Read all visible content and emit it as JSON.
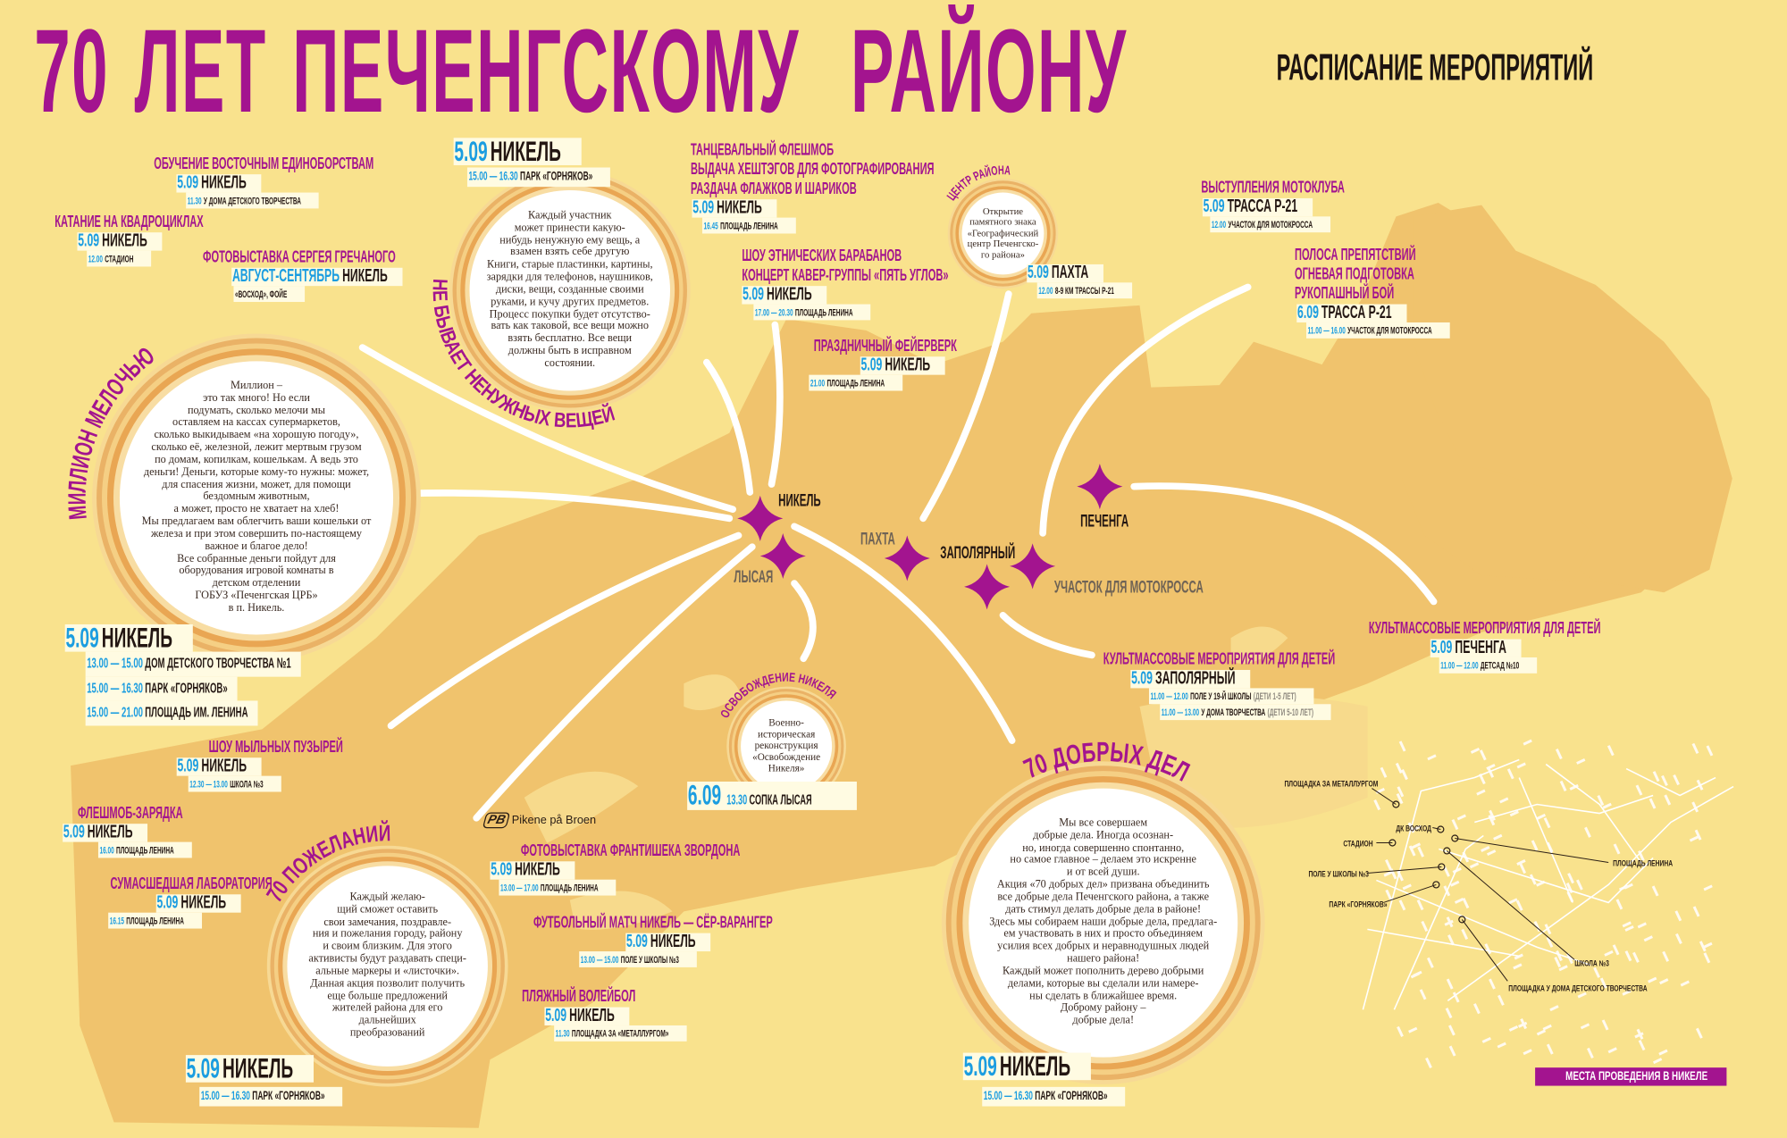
{
  "header": {
    "title": "70 ЛЕТ ПЕЧЕНГСКОМУ  РАЙОНУ",
    "subtitle": "РАСПИСАНИЕ МЕРОПРИЯТИЙ"
  },
  "colors": {
    "background": "#f9e28d",
    "land": "#f0c36d",
    "accent_magenta": "#a3148f",
    "date_blue": "#1b9de0",
    "label_box": "#fffbe2"
  },
  "events": [
    {
      "title": [
        "ОБУЧЕНИЕ ВОСТОЧНЫМ ЕДИНОБОРСТВАМ"
      ],
      "date": "5.09",
      "place": "НИКЕЛЬ",
      "details": [
        {
          "time": "11.30",
          "venue": "У ДОМА ДЕТСКОГО ТВОРЧЕСТВА"
        }
      ]
    },
    {
      "title": [
        "КАТАНИЕ НА КВАДРОЦИКЛАХ"
      ],
      "date": "5.09",
      "place": "НИКЕЛЬ",
      "details": [
        {
          "time": "12.00",
          "venue": "СТАДИОН"
        }
      ]
    },
    {
      "title": [
        "ФОТОВЫСТАВКА СЕРГЕЯ ГРЕЧАНОГО"
      ],
      "date": "АВГУСТ-СЕНТЯБРЬ",
      "place": "НИКЕЛЬ",
      "details": [
        {
          "time": "",
          "venue": "«ВОСХОД», ФОЙЕ"
        }
      ]
    },
    {
      "title": [
        "ТАНЦЕВАЛЬНЫЙ ФЛЕШМОБ",
        "ВЫДАЧА ХЕШТЭГОВ ДЛЯ ФОТОГРАФИРОВАНИЯ",
        "РАЗДАЧА ФЛАЖКОВ И ШАРИКОВ"
      ],
      "date": "5.09",
      "place": "НИКЕЛЬ",
      "details": [
        {
          "time": "16.45",
          "venue": "ПЛОЩАДЬ ЛЕНИНА"
        }
      ]
    },
    {
      "title": [
        "ШОУ ЭТНИЧЕСКИХ БАРАБАНОВ",
        "КОНЦЕРТ КАВЕР-ГРУППЫ «ПЯТЬ УГЛОВ»"
      ],
      "date": "5.09",
      "place": "НИКЕЛЬ",
      "details": [
        {
          "time": "17.00 — 20.30",
          "venue": "ПЛОЩАДЬ ЛЕНИНА"
        }
      ]
    },
    {
      "title": [
        "ПРАЗДНИЧНЫЙ ФЕЙЕРВЕРК"
      ],
      "date": "5.09",
      "place": "НИКЕЛЬ",
      "details": [
        {
          "time": "21.00",
          "venue": "ПЛОЩАДЬ ЛЕНИНА"
        }
      ]
    },
    {
      "title": [
        "ВЫСТУПЛЕНИЯ МОТОКЛУБА"
      ],
      "date": "5.09",
      "place": "ТРАССА Р-21",
      "details": [
        {
          "time": "12.00",
          "venue": "УЧАСТОК ДЛЯ МОТОКРОССА"
        }
      ]
    },
    {
      "title": [
        "ПОЛОСА ПРЕПЯТСТВИЙ",
        "ОГНЕВАЯ ПОДГОТОВКА",
        "РУКОПАШНЫЙ БОЙ"
      ],
      "date": "6.09",
      "place": "ТРАССА Р-21",
      "details": [
        {
          "time": "11.00 — 16.00",
          "venue": "УЧАСТОК ДЛЯ МОТОКРОССА"
        }
      ]
    },
    {
      "title": [
        "КУЛЬТМАССОВЫЕ МЕРОПРИЯТИЯ ДЛЯ ДЕТЕЙ"
      ],
      "date": "5.09",
      "place": "ПЕЧЕНГА",
      "details": [
        {
          "time": "11.00 — 12.00",
          "venue": "ДЕТСАД №10"
        }
      ]
    },
    {
      "title": [
        "КУЛЬТМАССОВЫЕ МЕРОПРИЯТИЯ ДЛЯ ДЕТЕЙ"
      ],
      "date": "5.09",
      "place": "ЗАПОЛЯРНЫЙ",
      "details": [
        {
          "time": "11.00 — 12.00",
          "venue": "ПОЛЕ У 19-Й ШКОЛЫ",
          "note": "(ДЕТИ 1-5 ЛЕТ)"
        },
        {
          "time": "11.00 — 13.00",
          "venue": "У ДОМА ТВОРЧЕСТВА",
          "note": "(ДЕТИ 5-10 ЛЕТ)"
        }
      ]
    },
    {
      "title": [
        "ШОУ МЫЛЬНЫХ ПУЗЫРЕЙ"
      ],
      "date": "5.09",
      "place": "НИКЕЛЬ",
      "details": [
        {
          "time": "12.30 — 13.00",
          "venue": "ШКОЛА №3"
        }
      ]
    },
    {
      "title": [
        "ФЛЕШМОБ-ЗАРЯДКА"
      ],
      "date": "5.09",
      "place": "НИКЕЛЬ",
      "details": [
        {
          "time": "16.00",
          "venue": "ПЛОЩАДЬ ЛЕНИНА"
        }
      ]
    },
    {
      "title": [
        "СУМАСШЕДШАЯ ЛАБОРАТОРИЯ"
      ],
      "date": "5.09",
      "place": "НИКЕЛЬ",
      "details": [
        {
          "time": "16.15",
          "venue": "ПЛОЩАДЬ ЛЕНИНА"
        }
      ]
    },
    {
      "title": [
        "ФОТОВЫСТАВКА ФРАНТИШЕКА ЗВОРДОНА"
      ],
      "date": "5.09",
      "place": "НИКЕЛЬ",
      "details": [
        {
          "time": "13.00 — 17.00",
          "venue": "ПЛОЩАДЬ ЛЕНИНА"
        }
      ]
    },
    {
      "title": [
        "ФУТБОЛЬНЫЙ МАТЧ НИКЕЛЬ — СЁР-ВАРАНГЕР"
      ],
      "date": "5.09",
      "place": "НИКЕЛЬ",
      "details": [
        {
          "time": "13.00 — 15.00",
          "venue": "ПОЛЕ У ШКОЛЫ №3"
        }
      ]
    },
    {
      "title": [
        "ПЛЯЖНЫЙ ВОЛЕЙБОЛ"
      ],
      "date": "5.09",
      "place": "НИКЕЛЬ",
      "details": [
        {
          "time": "11.30",
          "venue": "ПЛОЩАДКА ЗА «МЕТАЛЛУРГОМ»"
        }
      ]
    }
  ],
  "circles": [
    {
      "arc_title": "МИЛЛИОН МЕЛОЧЬЮ",
      "body": [
        "Миллион –",
        "это так много! Но если",
        "подумать, сколько мелочи мы",
        "оставляем на кассах супермаркетов,",
        "сколько выкидываем «на хорошую погоду»,",
        "сколько её, железной, лежит мертвым грузом",
        "по домам, копилкам, кошелькам. А ведь это",
        "деньги! Деньги, которые кому-то нужны: может,",
        "для спасения жизни, может, для помощи",
        "бездомным животным,",
        "а может, просто не хватает на хлеб!",
        "Мы предлагаем вам облегчить ваши кошельки от",
        "железа и при этом совершить по-настоящему",
        "важное и благое дело!",
        "Все собранные деньги пойдут для",
        "оборудования игровой комнаты в",
        "детском отделении",
        "ГОБУЗ «Печенгская ЦРБ»",
        "в п. Никель."
      ],
      "date": "5.09",
      "place": "НИКЕЛЬ",
      "details": [
        {
          "time": "13.00 — 15.00",
          "venue": "ДОМ ДЕТСКОГО ТВОРЧЕСТВА №1"
        },
        {
          "time": "15.00 — 16.30",
          "venue": "ПАРК «ГОРНЯКОВ»"
        },
        {
          "time": "15.00 — 21.00",
          "venue": "ПЛОЩАДЬ ИМ. ЛЕНИНА"
        }
      ]
    },
    {
      "arc_title": "НЕ БЫВАЕТ НЕНУЖНЫХ ВЕЩЕЙ",
      "body": [
        "Каждый участник",
        "может принести какую-",
        "нибудь ненужную ему вещь, а",
        "взамен взять себе другую",
        "Книги, старые пластинки, картины,",
        "зарядки для телефонов, наушников,",
        "диски, вещи, созданные своими",
        "руками, и кучу других предметов.",
        "Процесс покупки будет отсутство-",
        "вать как таковой, все вещи можно",
        "взять бесплатно. Все вещи",
        "должны быть в исправном",
        "состоянии."
      ],
      "date": "5.09",
      "place": "НИКЕЛЬ",
      "details": [
        {
          "time": "15.00 — 16.30",
          "venue": "ПАРК «ГОРНЯКОВ»"
        }
      ]
    },
    {
      "arc_title": "ЦЕНТР РАЙОНА",
      "body": [
        "Открытие",
        "памятного знака",
        "«Географический",
        "центр Печенгско-",
        "го района»"
      ],
      "date": "5.09",
      "place": "ПАХТА",
      "details": [
        {
          "time": "12.00",
          "venue": "8-9 КМ ТРАССЫ Р-21"
        }
      ]
    },
    {
      "arc_title": "ОСВОБОЖДЕНИЕ НИКЕЛЯ",
      "body": [
        "Военно-",
        "историческая",
        "реконструкция",
        "«Освобождение",
        "Никеля»"
      ],
      "date": "6.09",
      "place": "",
      "details": [
        {
          "time": "13.30",
          "venue": "СОПКА ЛЫСАЯ"
        }
      ]
    },
    {
      "arc_title": "70 ПОЖЕЛАНИЙ",
      "body": [
        "Каждый желаю-",
        "щий сможет оставить",
        "свои замечания, поздравле-",
        "ния и пожелания городу, району",
        "и своим близким. Для этого",
        "активисты будут раздавать специ-",
        "альные маркеры и «листочки».",
        "Данная акция позволит получить",
        "еще больше предложений",
        "жителей района для его",
        "дальнейших",
        "преобразований"
      ],
      "date": "5.09",
      "place": "НИКЕЛЬ",
      "details": [
        {
          "time": "15.00 — 16.30",
          "venue": "ПАРК «ГОРНЯКОВ»"
        }
      ]
    },
    {
      "arc_title": "70 ДОБРЫХ ДЕЛ",
      "body": [
        "Мы все совершаем",
        "добрые дела. Иногда осознан-",
        "но, иногда совершенно спонтанно,",
        "но самое главное – делаем это искренне",
        "и от всей души.",
        "Акция «70 добрых дел» призвана объединить",
        "все добрые дела Печенгского района, а также",
        "дать стимул делать добрые дела в районе!",
        "Здесь мы собираем наши добрые дела, предлага-",
        "ем участвовать в них и просто объединяем",
        "усилия всех добрых и неравнодушных людей",
        "нашего района!",
        "Каждый может пополнить дерево добрыми",
        "делами, которые вы сделали или намере-",
        "ны сделать в ближайшее время.",
        "Доброму району –",
        "добрые дела!"
      ],
      "date": "5.09",
      "place": "НИКЕЛЬ",
      "details": [
        {
          "time": "15.00 — 16.30",
          "venue": "ПАРК «ГОРНЯКОВ»"
        }
      ]
    }
  ],
  "map": {
    "places": [
      {
        "label": "НИКЕЛЬ",
        "muted": false
      },
      {
        "label": "ЛЫСАЯ",
        "muted": true
      },
      {
        "label": "ПАХТА",
        "muted": true
      },
      {
        "label": "ЗАПОЛЯРНЫЙ",
        "muted": false
      },
      {
        "label": "УЧАСТОК ДЛЯ МОТОКРОССА",
        "muted": true
      },
      {
        "label": "ПЕЧЕНГА",
        "muted": false
      }
    ]
  },
  "partner_logo": {
    "mark": "PB",
    "text": "Pikene på Broen"
  },
  "minimap": {
    "title": "МЕСТА ПРОВЕДЕНИЯ В НИКЕЛЕ",
    "locations": [
      "ПЛОЩАДКА ЗА МЕТАЛЛУРГОМ",
      "ДК ВОСХОД",
      "СТАДИОН",
      "ПОЛЕ У ШКОЛЫ №3",
      "ПАРК «ГОРНЯКОВ»",
      "ПЛОЩАДЬ ЛЕНИНА",
      "ШКОЛА №3",
      "ПЛОЩАДКА У ДОМА ДЕТСКОГО ТВОРЧЕСТВА"
    ]
  }
}
